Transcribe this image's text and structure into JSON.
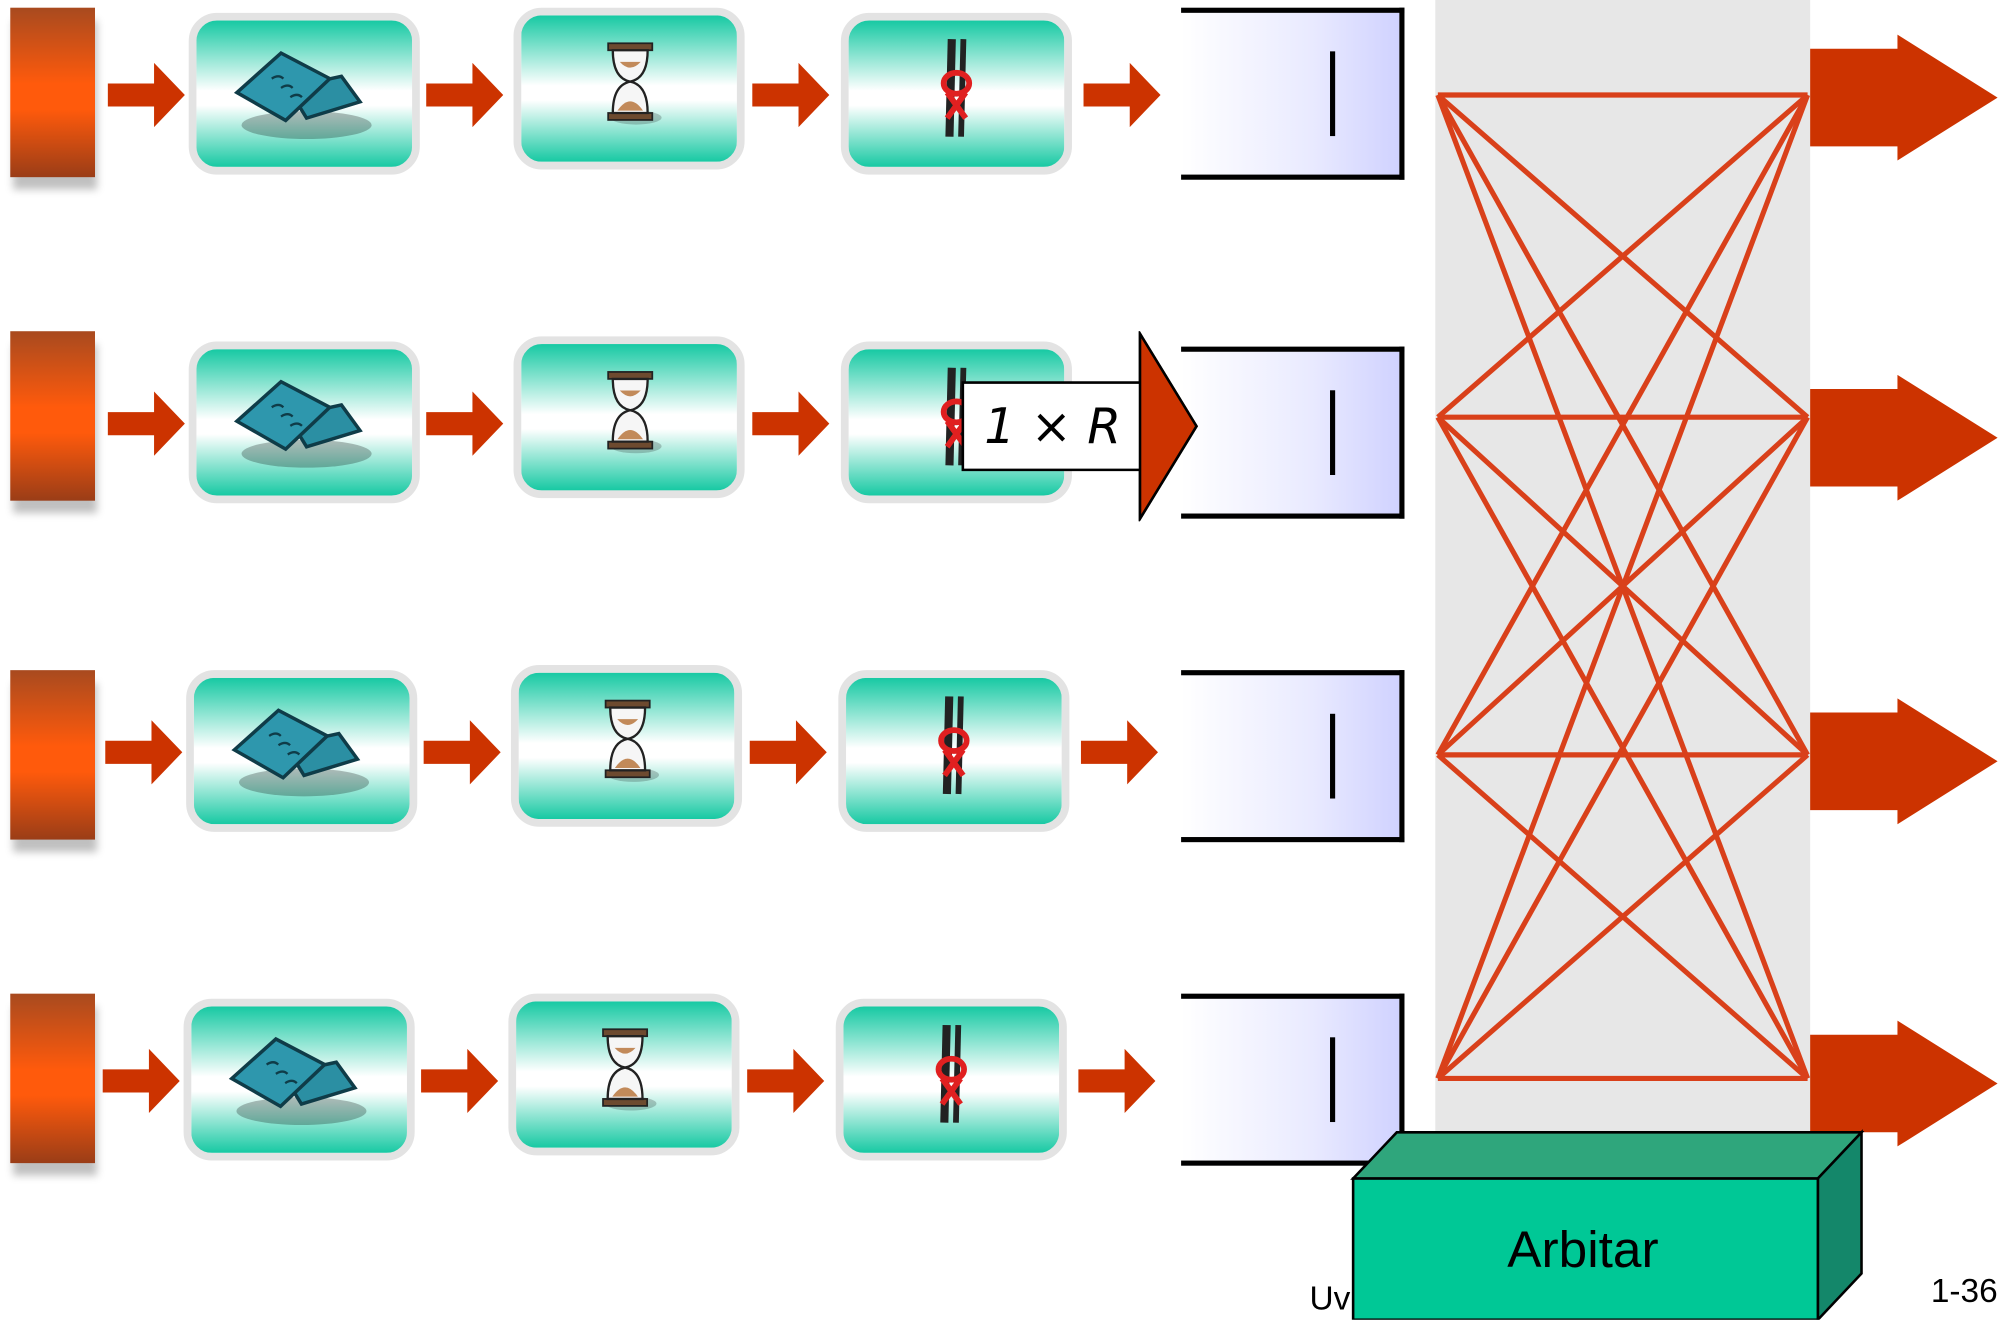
{
  "diagram": {
    "input_count": 4,
    "pipeline_stages": [
      {
        "icon": "packet-icon"
      },
      {
        "icon": "hourglass-icon"
      },
      {
        "icon": "knot-icon"
      }
    ],
    "rate_callout": "1 × R",
    "arbiter_label": "Arbitar",
    "colors": {
      "arrow": "#cc3300",
      "fabric_line": "#d9401a",
      "fabric_background": "#e7e7e7",
      "arbiter": "#00c896",
      "stage_gradient": "#17c9a3",
      "port": "#ff5a0c"
    }
  },
  "footer": {
    "left_text": "Uv",
    "slide_number": "1-36"
  }
}
